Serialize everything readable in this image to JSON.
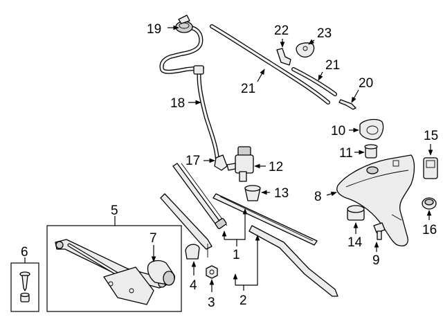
{
  "callouts": {
    "c1": "1",
    "c2": "2",
    "c3": "3",
    "c4": "4",
    "c5": "5",
    "c6": "6",
    "c7": "7",
    "c8": "8",
    "c9": "9",
    "c10": "10",
    "c11": "11",
    "c12": "12",
    "c13": "13",
    "c14": "14",
    "c15": "15",
    "c16": "16",
    "c17": "17",
    "c18": "18",
    "c19": "19",
    "c20": "20",
    "c21a": "21",
    "c21b": "21",
    "c22": "22",
    "c23": "23"
  },
  "colors": {
    "line": "#000000",
    "part_fill": "#ececec",
    "background": "#ffffff"
  }
}
